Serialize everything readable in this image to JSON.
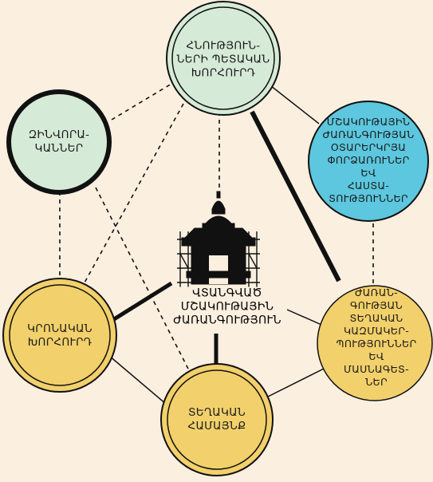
{
  "colors": {
    "background": "#fbefe0",
    "green_node": "#d6ebd7",
    "yellow_node": "#f2d06b",
    "blue_node": "#5cc7de",
    "stroke": "#111111"
  },
  "center": {
    "icon": "temple-icon",
    "label": "ՎՏԱՆԳՎԱԾ\nՄՇԱԿՈՒԹԱՅԻՆ\nԺԱՌԱՆԳՈՒԹՅՈՒՆ"
  },
  "nodes": {
    "cultural_authorities": {
      "label": "ՀՆՈՒԹՅՈՒՆ-\nՆԵՐԻ ՊԵՏԱԿԱՆ\nԽՈՐՀՈՒՐԴ",
      "color": "green"
    },
    "military": {
      "label": "ԶԻՆՎՈՐԱ-\nԿԱՆՆԵՐ",
      "color": "green"
    },
    "international_experts": {
      "label": "ՄՇԱԿՈՒԹԱՅԻՆ\nԺԱՌԱՆԳՈՒԹՅԱՆ\nՕՏԱՐԵՐԿՐՅԱ\nՓՈՐՁԱՌՈՒՆԵՐ ԵՎ\nՀԱՍՏԱ-\nՏՈՒԹՅՈՒՆՆԵՐ",
      "color": "blue"
    },
    "religious_council": {
      "label": "ԿՐՈՆԱԿԱՆ\nԽՈՐՀՈՒՐԴ",
      "color": "yellow"
    },
    "local_community": {
      "label": "ՏԵՂԱԿԱՆ\nՀԱՄԱՅՆՔ",
      "color": "yellow"
    },
    "local_heritage_orgs": {
      "label": "ԺԱՌԱՆ-\nԳՈՒԹՅԱՆ\nՏԵՂԱԿԱՆ\nԿԱԶՄԱԿԵՐ-\nՊՈՒԹՅՈՒՆՆԵՐ\nԵՎ ՄԱՍՆԱԳԵՏ-\nՆԵՐ",
      "color": "yellow"
    }
  }
}
